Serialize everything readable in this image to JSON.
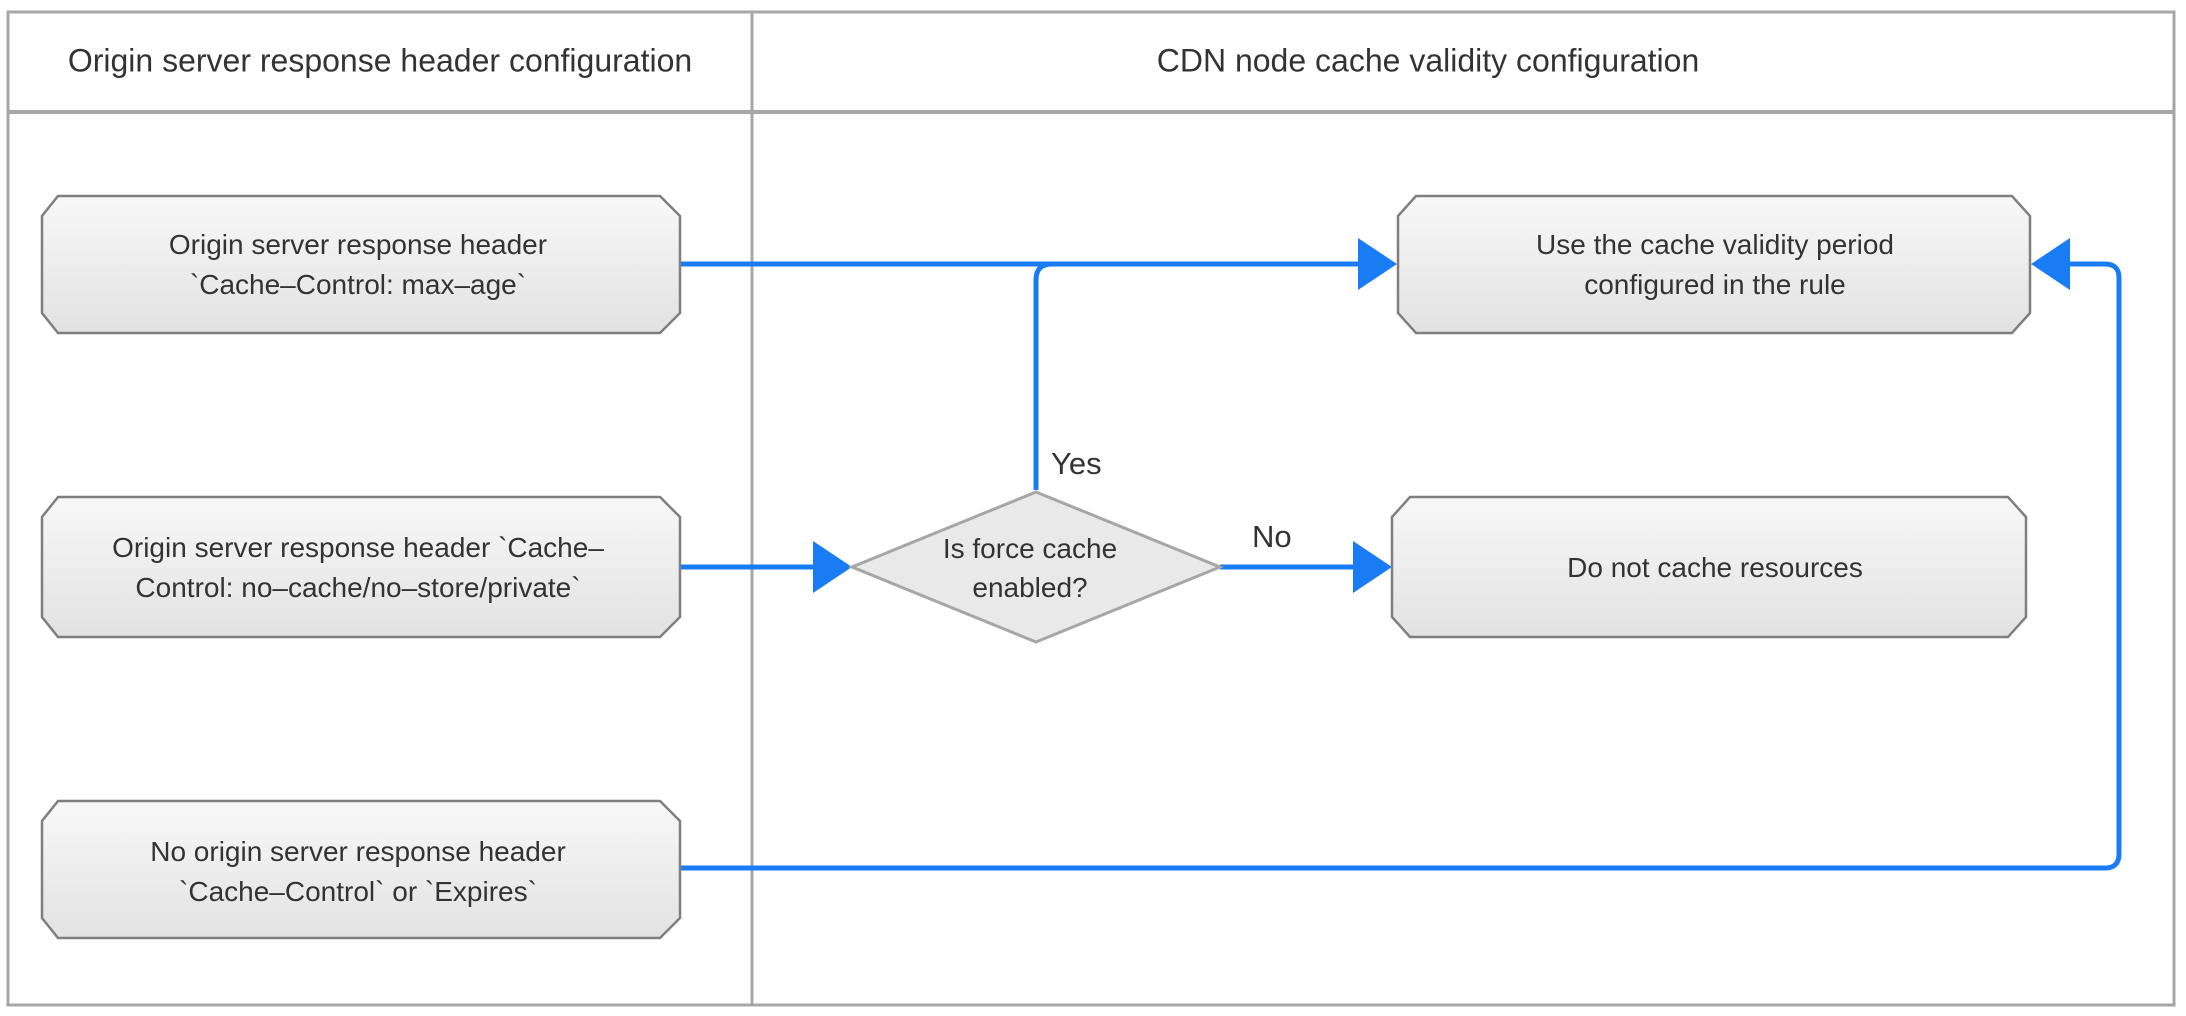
{
  "lanes": {
    "left_title": "Origin server response header configuration",
    "right_title": "CDN node cache validity configuration"
  },
  "nodes": {
    "max_age": {
      "line1": "Origin server response header",
      "line2": "`Cache–Control: max–age`"
    },
    "no_cache": {
      "line1": "Origin server response header `Cache–",
      "line2": "Control: no–cache/no–store/private`"
    },
    "no_header": {
      "line1": "No origin server response header",
      "line2": "`Cache–Control` or `Expires`"
    },
    "decision": {
      "line1": "Is force cache",
      "line2": "enabled?"
    },
    "use_rule": {
      "line1": "Use the cache validity period",
      "line2": "configured in the rule"
    },
    "do_not_cache": {
      "line1": "Do not cache resources"
    }
  },
  "edges": {
    "yes_label": "Yes",
    "no_label": "No"
  },
  "colors": {
    "flow": "#1a7cf5",
    "border": "#a6a6a6",
    "node_border": "#7f7f7f",
    "node_fill_top": "#f7f7f7",
    "node_fill_bottom": "#e3e3e3",
    "diamond_fill": "#e8e8e8",
    "text": "#333333"
  }
}
